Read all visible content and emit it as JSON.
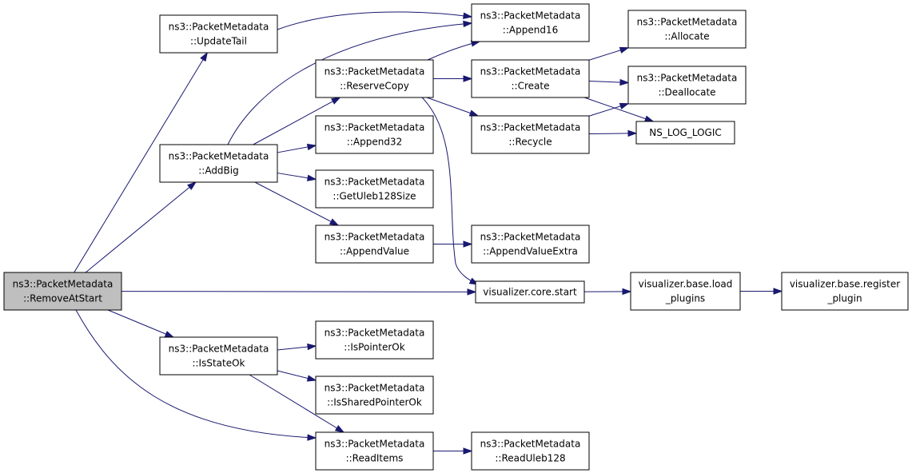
{
  "colors": {
    "edge": "#191970",
    "node_fill": "#ffffff",
    "root_fill": "#bfbfbf",
    "border": "#000000"
  },
  "nodes": {
    "remove_at_start": {
      "lines": [
        "ns3::PacketMetadata",
        "::RemoveAtStart"
      ],
      "root": true
    },
    "update_tail": {
      "lines": [
        "ns3::PacketMetadata",
        "::UpdateTail"
      ]
    },
    "add_big": {
      "lines": [
        "ns3::PacketMetadata",
        "::AddBig"
      ]
    },
    "is_state_ok": {
      "lines": [
        "ns3::PacketMetadata",
        "::IsStateOk"
      ]
    },
    "reserve_copy": {
      "lines": [
        "ns3::PacketMetadata",
        "::ReserveCopy"
      ]
    },
    "append32": {
      "lines": [
        "ns3::PacketMetadata",
        "::Append32"
      ]
    },
    "get_uleb128_size": {
      "lines": [
        "ns3::PacketMetadata",
        "::GetUleb128Size"
      ]
    },
    "append_value": {
      "lines": [
        "ns3::PacketMetadata",
        "::AppendValue"
      ]
    },
    "is_pointer_ok": {
      "lines": [
        "ns3::PacketMetadata",
        "::IsPointerOk"
      ]
    },
    "is_shared_pointer_ok": {
      "lines": [
        "ns3::PacketMetadata",
        "::IsSharedPointerOk"
      ]
    },
    "read_items": {
      "lines": [
        "ns3::PacketMetadata",
        "::ReadItems"
      ]
    },
    "append16": {
      "lines": [
        "ns3::PacketMetadata",
        "::Append16"
      ]
    },
    "create": {
      "lines": [
        "ns3::PacketMetadata",
        "::Create"
      ]
    },
    "recycle": {
      "lines": [
        "ns3::PacketMetadata",
        "::Recycle"
      ]
    },
    "append_value_extra": {
      "lines": [
        "ns3::PacketMetadata",
        "::AppendValueExtra"
      ]
    },
    "visualizer_core_start": {
      "lines": [
        "visualizer.core.start"
      ]
    },
    "read_uleb128": {
      "lines": [
        "ns3::PacketMetadata",
        "::ReadUleb128"
      ]
    },
    "allocate": {
      "lines": [
        "ns3::PacketMetadata",
        "::Allocate"
      ]
    },
    "deallocate": {
      "lines": [
        "ns3::PacketMetadata",
        "::Deallocate"
      ]
    },
    "ns_log_logic": {
      "lines": [
        "NS_LOG_LOGIC"
      ]
    },
    "load_plugins": {
      "lines": [
        "visualizer.base.load",
        "_plugins"
      ]
    },
    "register_plugin": {
      "lines": [
        "visualizer.base.register",
        "_plugin"
      ]
    }
  },
  "edges": [
    [
      "remove_at_start",
      "update_tail"
    ],
    [
      "remove_at_start",
      "add_big"
    ],
    [
      "remove_at_start",
      "visualizer_core_start"
    ],
    [
      "remove_at_start",
      "is_state_ok"
    ],
    [
      "remove_at_start",
      "read_items"
    ],
    [
      "update_tail",
      "append16"
    ],
    [
      "add_big",
      "append16"
    ],
    [
      "add_big",
      "reserve_copy"
    ],
    [
      "add_big",
      "append32"
    ],
    [
      "add_big",
      "get_uleb128_size"
    ],
    [
      "add_big",
      "append_value"
    ],
    [
      "reserve_copy",
      "append16"
    ],
    [
      "reserve_copy",
      "create"
    ],
    [
      "reserve_copy",
      "recycle"
    ],
    [
      "reserve_copy",
      "visualizer_core_start"
    ],
    [
      "create",
      "allocate"
    ],
    [
      "create",
      "deallocate"
    ],
    [
      "create",
      "ns_log_logic"
    ],
    [
      "recycle",
      "deallocate"
    ],
    [
      "recycle",
      "ns_log_logic"
    ],
    [
      "append_value",
      "append_value_extra"
    ],
    [
      "visualizer_core_start",
      "load_plugins"
    ],
    [
      "load_plugins",
      "register_plugin"
    ],
    [
      "is_state_ok",
      "is_pointer_ok"
    ],
    [
      "is_state_ok",
      "is_shared_pointer_ok"
    ],
    [
      "is_state_ok",
      "read_items"
    ],
    [
      "read_items",
      "read_uleb128"
    ]
  ]
}
